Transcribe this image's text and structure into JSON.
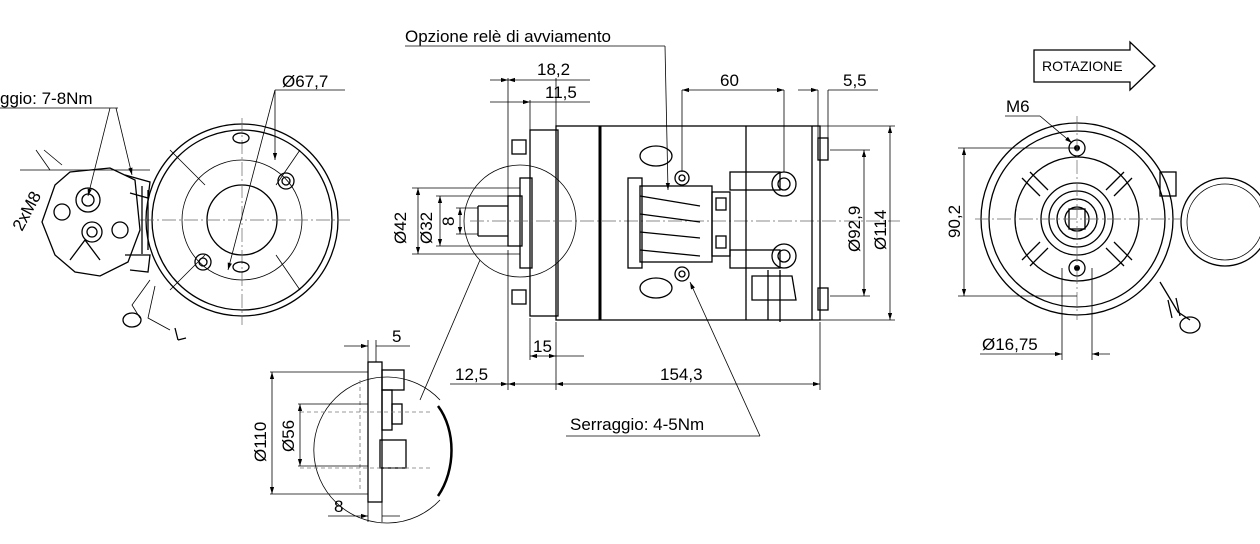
{
  "labels": {
    "torque_left": "ggio: 7-8Nm",
    "relay_option": "Opzione relè di avviamento",
    "rotation": "ROTAZIONE",
    "thread_left": "2xM8",
    "thread_right": "M6",
    "torque_bottom": "Serraggio: 4-5Nm"
  },
  "dimensions": {
    "d67_7": "Ø67,7",
    "d18_2": "18,2",
    "d11_5": "11,5",
    "d60": "60",
    "d5_5": "5,5",
    "d42": "Ø42",
    "d32": "Ø32",
    "d8_shaft": "8",
    "d92_9": "Ø92,9",
    "d114": "Ø114",
    "d90_2": "90,2",
    "d16_75": "Ø16,75",
    "d5": "5",
    "d15": "15",
    "d12_5": "12,5",
    "d154_3": "154,3",
    "d110": "Ø110",
    "d56": "Ø56",
    "d8_bottom": "8"
  }
}
